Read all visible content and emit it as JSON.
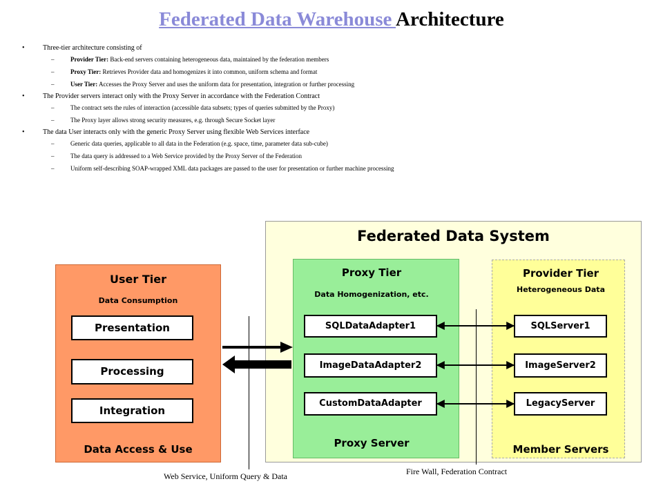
{
  "title": {
    "link_text": "Federated Data Warehouse ",
    "rest": "Architecture"
  },
  "bullets": [
    {
      "text": "Three-tier architecture consisting of",
      "subs": [
        {
          "bold": "Provider Tier:",
          "text": " Back-end servers containing heterogeneous data, maintained by the federation members"
        },
        {
          "bold": "Proxy Tier:",
          "text": " Retrieves Provider data and homogenizes it into common, uniform schema and format"
        },
        {
          "bold": "User Tier:",
          "text": " Accesses the Proxy Server and uses the uniform data for presentation, integration or further processing"
        }
      ]
    },
    {
      "text": "The Provider servers interact only with the Proxy Server in accordance with the Federation Contract",
      "subs": [
        {
          "bold": "",
          "text": "The contract sets the rules of interaction (accessible data subsets; types of queries submitted by the Proxy)"
        },
        {
          "bold": "",
          "text": "The Proxy layer allows strong security measures, e.g. through Secure Socket layer"
        }
      ]
    },
    {
      "text": "The data User interacts only with the generic Proxy Server using flexible Web Services interface",
      "subs": [
        {
          "bold": "",
          "text": "Generic data queries, applicable to all data in the Federation (e.g. space, time, parameter data sub-cube)"
        },
        {
          "bold": "",
          "text": "The data query is addressed to a Web Service provided by the Proxy Server of the Federation"
        },
        {
          "bold": "",
          "text": "Uniform self-describing SOAP-wrapped XML data packages are passed to the user for presentation or further machine processing"
        }
      ]
    }
  ],
  "diagram": {
    "system_title": "Federated Data System",
    "user_tier": {
      "title": "User Tier",
      "subtitle": "Data Consumption",
      "items": [
        "Presentation",
        "Processing",
        "Integration"
      ],
      "footer": "Data Access & Use"
    },
    "proxy_tier": {
      "title": "Proxy Tier",
      "subtitle": "Data Homogenization, etc.",
      "items": [
        "SQLDataAdapter1",
        "ImageDataAdapter2",
        "CustomDataAdapter"
      ],
      "footer": "Proxy Server"
    },
    "provider_tier": {
      "title": "Provider Tier",
      "subtitle": "Heterogeneous Data",
      "items": [
        "SQLServer1",
        "ImageServer2",
        "LegacyServer"
      ],
      "footer": "Member Servers"
    },
    "label_web": "Web Service, Uniform Query & Data",
    "label_firewall": "Fire Wall,  Federation Contract"
  },
  "colors": {
    "user_tier": "#ff9966",
    "proxy_tier": "#99ee99",
    "provider_tier": "#ffff99",
    "system_bg": "#ffffdd",
    "title_link": "#8a8ad8"
  }
}
